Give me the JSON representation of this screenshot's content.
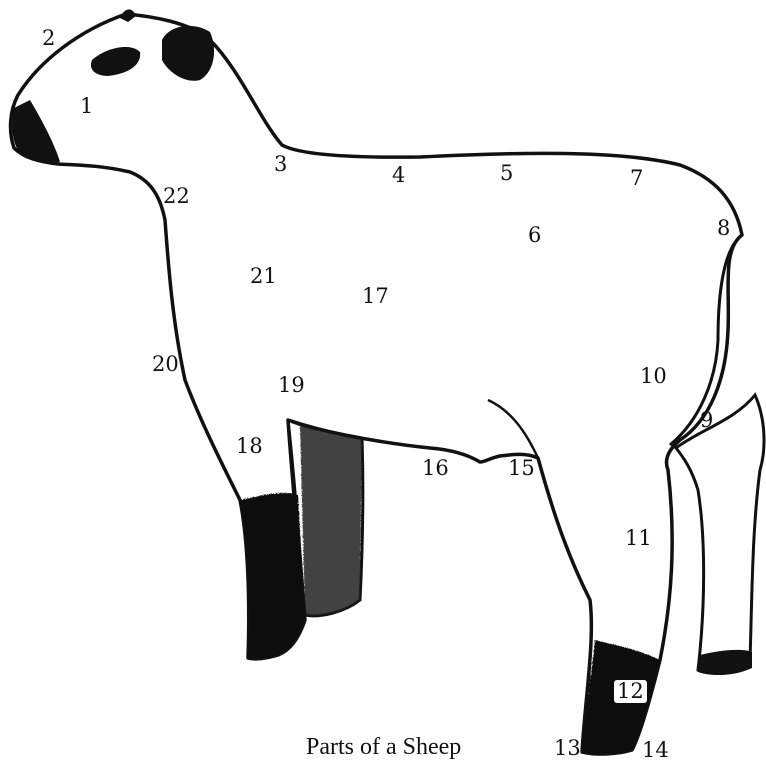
{
  "caption": "Parts of a Sheep",
  "labels": [
    "1",
    "2",
    "3",
    "4",
    "5",
    "6",
    "7",
    "8",
    "9",
    "10",
    "11",
    "12",
    "13",
    "14",
    "15",
    "16",
    "17",
    "18",
    "19",
    "20",
    "21",
    "22"
  ],
  "colors": {
    "ink": "#111111",
    "background": "#ffffff"
  }
}
